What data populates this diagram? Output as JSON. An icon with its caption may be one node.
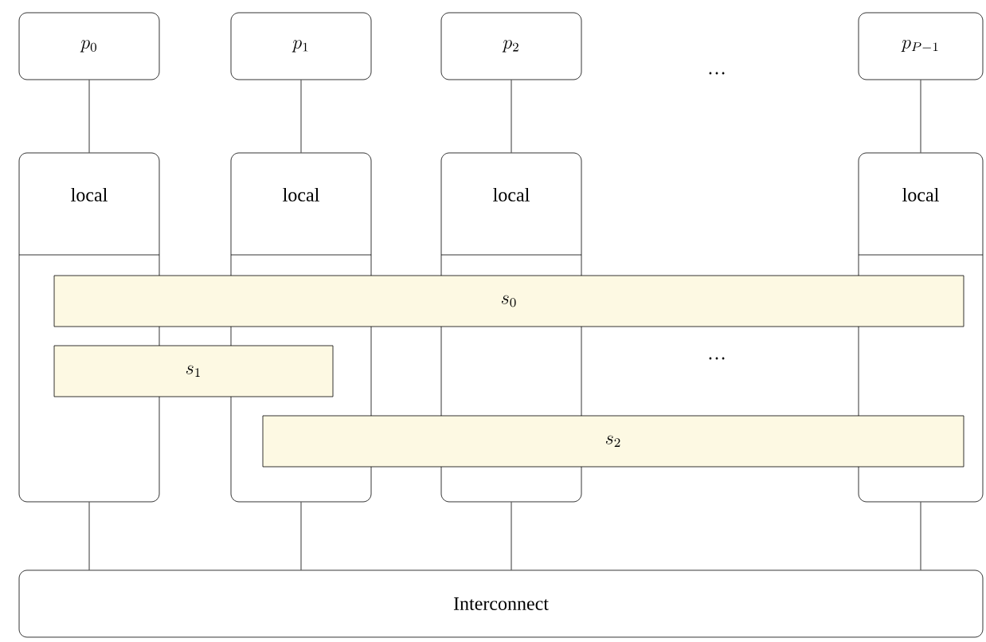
{
  "diagram": {
    "nodes": [
      {
        "text": [
          "p_0"
        ]
      },
      {
        "text": [
          "p_1"
        ]
      },
      {
        "text": [
          "p_2"
        ]
      },
      {
        "text": [
          "p_{P-1}"
        ]
      },
      {
        "text": [
          "local"
        ]
      },
      {
        "text": [
          "local"
        ]
      },
      {
        "text": [
          "local"
        ]
      },
      {
        "text": [
          "local"
        ]
      },
      {
        "text": [
          "s_0"
        ]
      },
      {
        "text": [
          "s_1"
        ]
      },
      {
        "text": [
          "s_2"
        ]
      },
      {
        "text": [
          "Interconnect"
        ]
      }
    ],
    "edges": [
      {
        "from": 0,
        "to": 4,
        "arrow": "none"
      },
      {
        "from": 1,
        "to": 5,
        "arrow": "none"
      },
      {
        "from": 2,
        "to": 6,
        "arrow": "none"
      },
      {
        "from": 3,
        "to": 7,
        "arrow": "none"
      },
      {
        "from": 4,
        "to": 11,
        "arrow": "none"
      },
      {
        "from": 5,
        "to": 11,
        "arrow": "none"
      },
      {
        "from": 6,
        "to": 11,
        "arrow": "none"
      },
      {
        "from": 7,
        "to": 11,
        "arrow": "none"
      }
    ],
    "labels": [
      "…",
      "…"
    ]
  }
}
